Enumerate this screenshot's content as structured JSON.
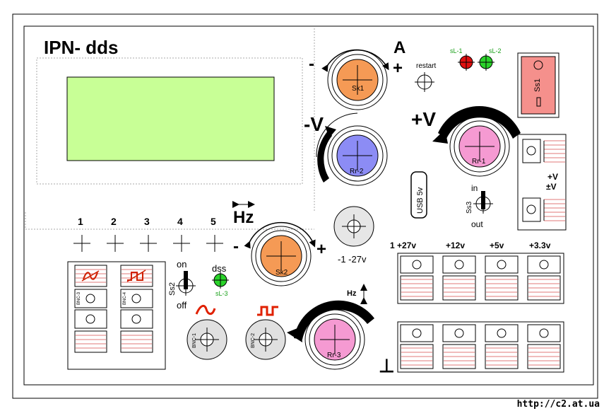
{
  "title": "IPN- dds",
  "channels": [
    "1",
    "2",
    "3",
    "4",
    "5"
  ],
  "knobs": {
    "sk1": "Sk1",
    "rr2": "Rr-2",
    "rr1": "Rr-1",
    "sk2": "Sk2",
    "rr3": "Rr-3"
  },
  "knob_marks": {
    "amp_label": "A",
    "minus": "-",
    "plus": "+",
    "neg_v": "-V",
    "pos_v": "+V",
    "hz_big": "Hz",
    "hz_small": "Hz"
  },
  "restart_label": "restart",
  "leds": {
    "sl1": "sL-1",
    "sl2": "sL-2",
    "sl3": "sL-3",
    "sl1_color": "#e01010",
    "sl2_color": "#2ad32a",
    "sl3_color": "#2ad32a"
  },
  "switches": {
    "ss1": "Ss1",
    "ss2": "Ss2",
    "ss3": "Ss3",
    "ss2_on": "on",
    "ss2_off": "off",
    "ss2_dds": "dss",
    "ss3_in": "in",
    "ss3_out": "out"
  },
  "usb_label": "USB 5v",
  "pot_label": "-1 -27v",
  "power_terminal_labels": [
    "+V",
    "±V"
  ],
  "voltages": [
    "1 +27v",
    "+12v",
    "+5v",
    "+3.3v"
  ],
  "bnc": {
    "bnc1": "BNC-1",
    "bnc2": "BNC-2",
    "bnc3": "BNC-3",
    "bnc4": "BNC-4"
  },
  "ground_symbol": "⊥",
  "footer_url": "http://c2.at.ua",
  "colors": {
    "lcd": "#c8ff96",
    "sk": "#f59a55",
    "rr2": "#8c8cf5",
    "rr_pink": "#f59ad2",
    "ss1": "#f5908c",
    "wave_red": "#e02000",
    "stripe": "#e07a7a"
  }
}
